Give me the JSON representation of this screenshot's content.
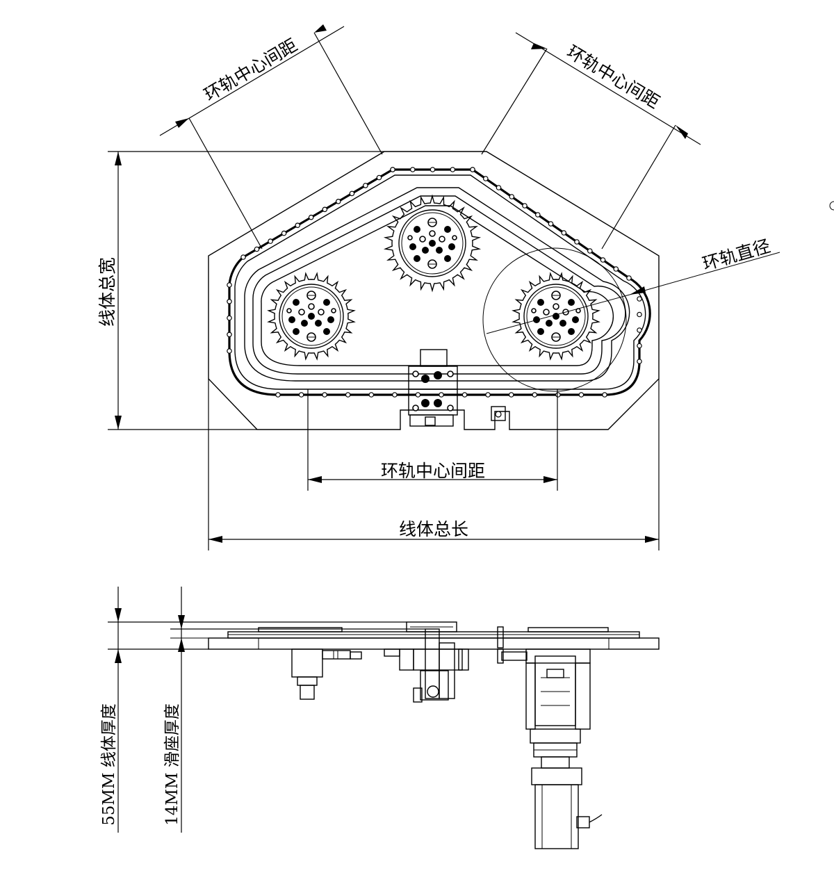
{
  "dimension_labels": {
    "ring_center_distance_upper_left": "环轨中心间距",
    "ring_center_distance_upper_right": "环轨中心间距",
    "ring_center_distance_bottom": "环轨中心间距",
    "ring_diameter": "环轨直径",
    "total_width": "线体总宽",
    "total_length": "线体总长",
    "line_body_thickness": "55MM 线体厚度",
    "slider_thickness": "14MM 滑座厚度"
  },
  "views": [
    "top-view",
    "side-view"
  ]
}
